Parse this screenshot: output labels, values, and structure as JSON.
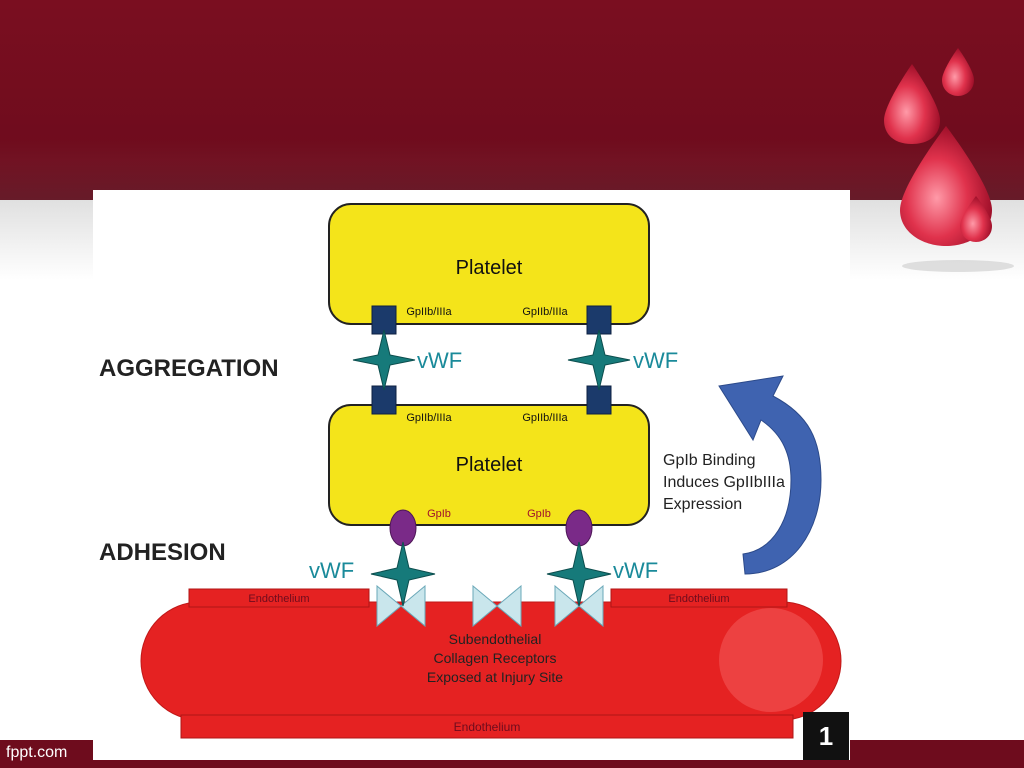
{
  "footer": {
    "credit": "fppt.com",
    "slide_number": "1"
  },
  "diagram": {
    "platelet_top": "Platelet",
    "platelet_bottom": "Platelet",
    "receptor_gp2b3a": "GpIIb/IIIa",
    "receptor_gp1b": "GpIb",
    "vwf": "vWF",
    "label_aggregation": "AGGREGATION",
    "label_adhesion": "ADHESION",
    "annotation_lines": [
      "GpIb Binding",
      "Induces GpIIbIIIa",
      "Expression"
    ],
    "endothelium": "Endothelium",
    "subendo_lines": [
      "Subendothelial",
      "Collagen Receptors",
      "Exposed at Injury Site"
    ]
  },
  "colors": {
    "banner": "#6e0c1d",
    "platelet": "#f4e41a",
    "receptor_square": "#1b3a6b",
    "gp1b_oval": "#7a2a88",
    "vwf_star": "#167a7a",
    "vwf_text": "#1a8a9a",
    "collagen": "#e52222",
    "arrow": "#3f63b0"
  },
  "icons": [
    "blood-drop-icon",
    "vwf-star-icon",
    "collagen-receptor-icon",
    "curved-arrow-icon"
  ]
}
